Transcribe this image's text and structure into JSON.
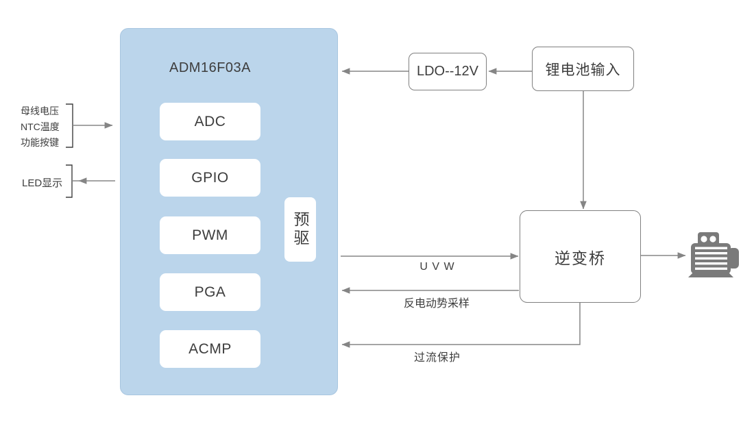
{
  "colors": {
    "chip_fill": "#BBD5EB",
    "chip_border": "#A8C6E0",
    "box_border": "#7F7F7F",
    "arrow": "#858585",
    "bracket": "#3F3F3F",
    "text": "#3D3D3D",
    "motor": "#7A7A7A"
  },
  "chip": {
    "title": "ADM16F03A",
    "predriver_label": "预驱",
    "modules": [
      {
        "label": "ADC"
      },
      {
        "label": "GPIO"
      },
      {
        "label": "PWM"
      },
      {
        "label": "PGA"
      },
      {
        "label": "ACMP"
      }
    ]
  },
  "left_io": {
    "input_lines": [
      "母线电压",
      "NTC温度",
      "功能按键"
    ],
    "output_label": "LED显示"
  },
  "power": {
    "ldo_label": "LDO--12V",
    "battery_label": "锂电池输入"
  },
  "inverter": {
    "label": "逆变桥"
  },
  "links": {
    "uvw_label": "U V W",
    "bemf_label": "反电动势采样",
    "ocp_label": "过流保护"
  },
  "icons": {
    "motor": "motor-icon"
  }
}
